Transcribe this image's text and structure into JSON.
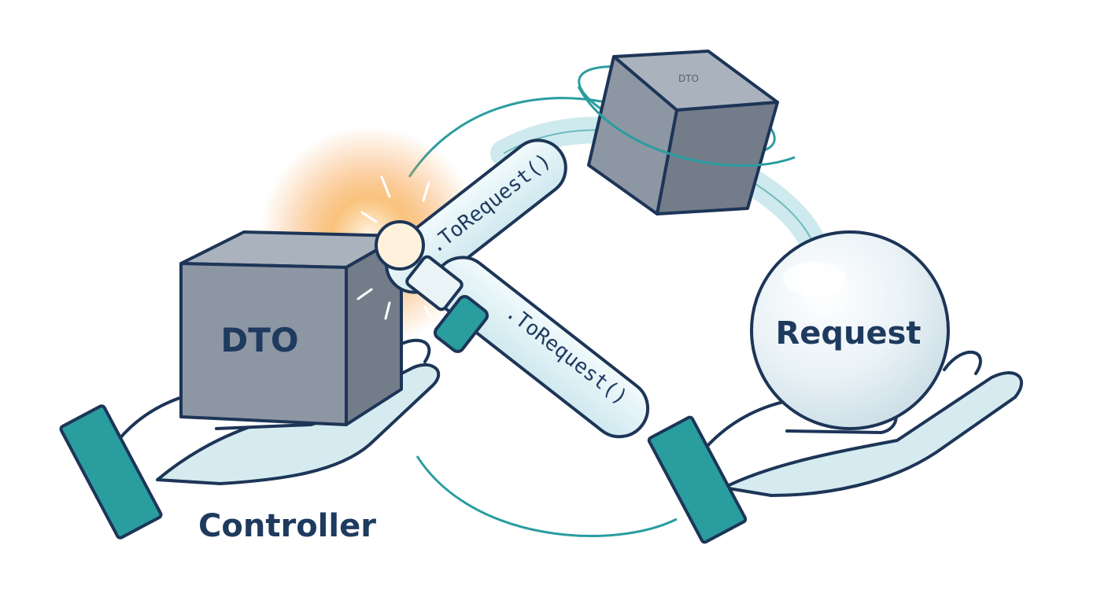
{
  "diagram": {
    "left_box_label": "DTO",
    "right_box_label": "DTO",
    "sphere_label": "Request",
    "controller_label": "Controller",
    "tube_upper_label": ".ToRequest()",
    "tube_lower_label": ".ToRequest()"
  },
  "colors": {
    "ink": "#1d3557",
    "box_front": "#8d96a3",
    "box_top": "#aab2bd",
    "box_side": "#737c89",
    "teal": "#2a9d9f",
    "tube_fill": "#dff1f5",
    "glow": "#f7a04a",
    "label": "#1e3a5f"
  },
  "icons": [
    "left-hand-icon",
    "right-hand-icon",
    "left-cube-icon",
    "floating-cube-icon",
    "request-sphere-icon",
    "spark-icon"
  ]
}
